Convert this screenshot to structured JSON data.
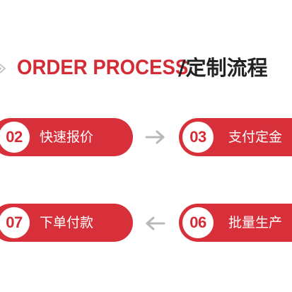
{
  "header": {
    "title_en": "ORDER PROCESS",
    "title_zh": "/定制流程"
  },
  "steps": [
    {
      "number": "02",
      "label": "快速报价"
    },
    {
      "number": "03",
      "label": "支付定金"
    },
    {
      "number": "07",
      "label": "下单付款"
    },
    {
      "number": "06",
      "label": "批量生产"
    }
  ],
  "colors": {
    "accent": "#d8303a",
    "arrow": "#b8b8b8"
  },
  "icons": {
    "title_decoration": "double-chevron-icon",
    "arrow_right": "arrow-right-icon",
    "arrow_left": "arrow-left-icon"
  }
}
